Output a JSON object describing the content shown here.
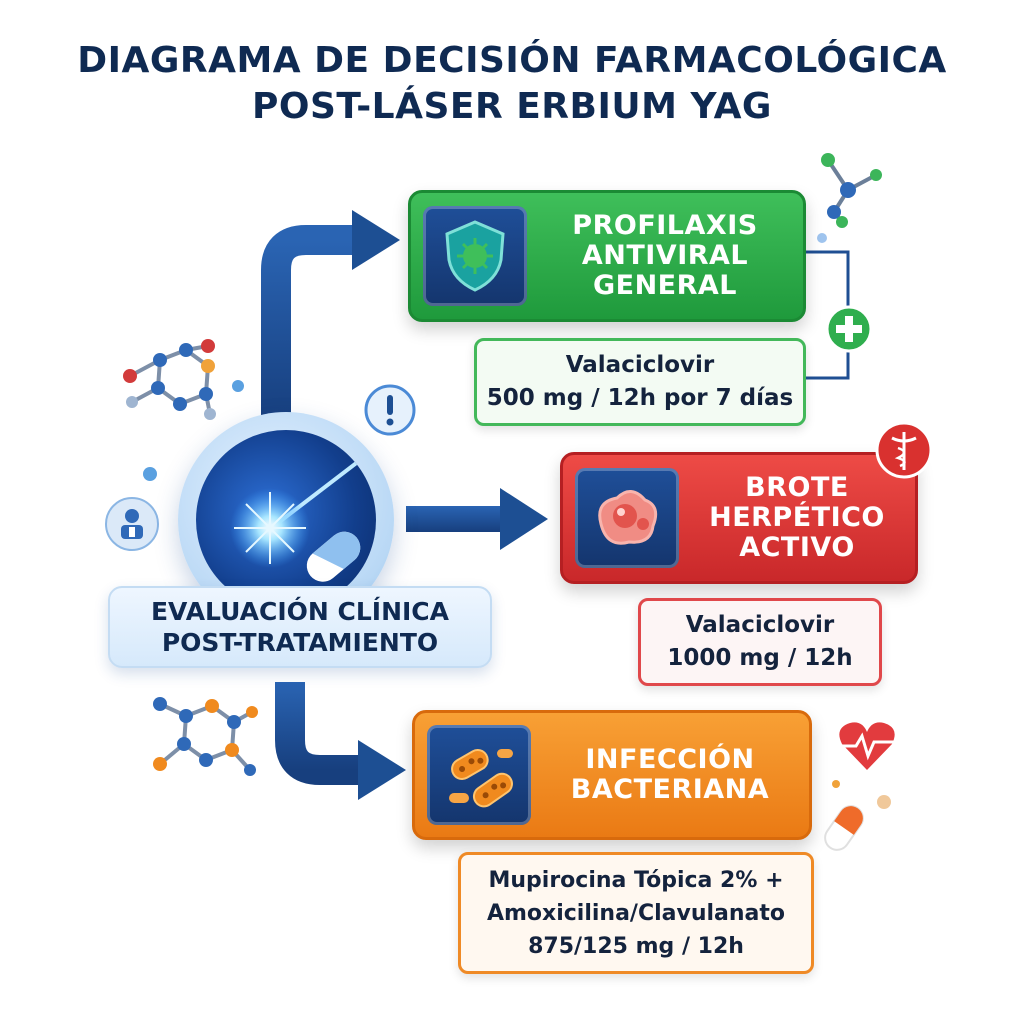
{
  "title": {
    "line1": "DIAGRAMA DE DECISIÓN FARMACOLÓGICA",
    "line2": "POST-LÁSER ERBIUM YAG"
  },
  "center": {
    "label_line1": "EVALUACIÓN CLÍNICA",
    "label_line2": "POST-TRATAMIENTO"
  },
  "branches": [
    {
      "label_lines": [
        "PROFILAXIS",
        "ANTIVIRAL",
        "GENERAL"
      ],
      "dose_lines": [
        "Valaciclovir",
        "500 mg / 12h por 7 días"
      ],
      "color": "#2aa84a",
      "icon": "shield-virus-icon"
    },
    {
      "label_lines": [
        "BROTE",
        "HERPÉTICO",
        "ACTIVO"
      ],
      "dose_lines": [
        "Valaciclovir",
        "1000 mg / 12h"
      ],
      "color": "#d9312f",
      "icon": "herpes-blister-icon"
    },
    {
      "label_lines": [
        "INFECCIÓN",
        "BACTERIANA"
      ],
      "dose_lines": [
        "Mupirocina Tópica 2% +",
        "Amoxicilina/Clavulanato",
        "875/125 mg / 12h"
      ],
      "color": "#f08a1e",
      "icon": "bacteria-icon"
    }
  ],
  "colors": {
    "title": "#0f2a52",
    "arrow": "#1d4f93",
    "accent_blue": "#2d6fd6"
  }
}
